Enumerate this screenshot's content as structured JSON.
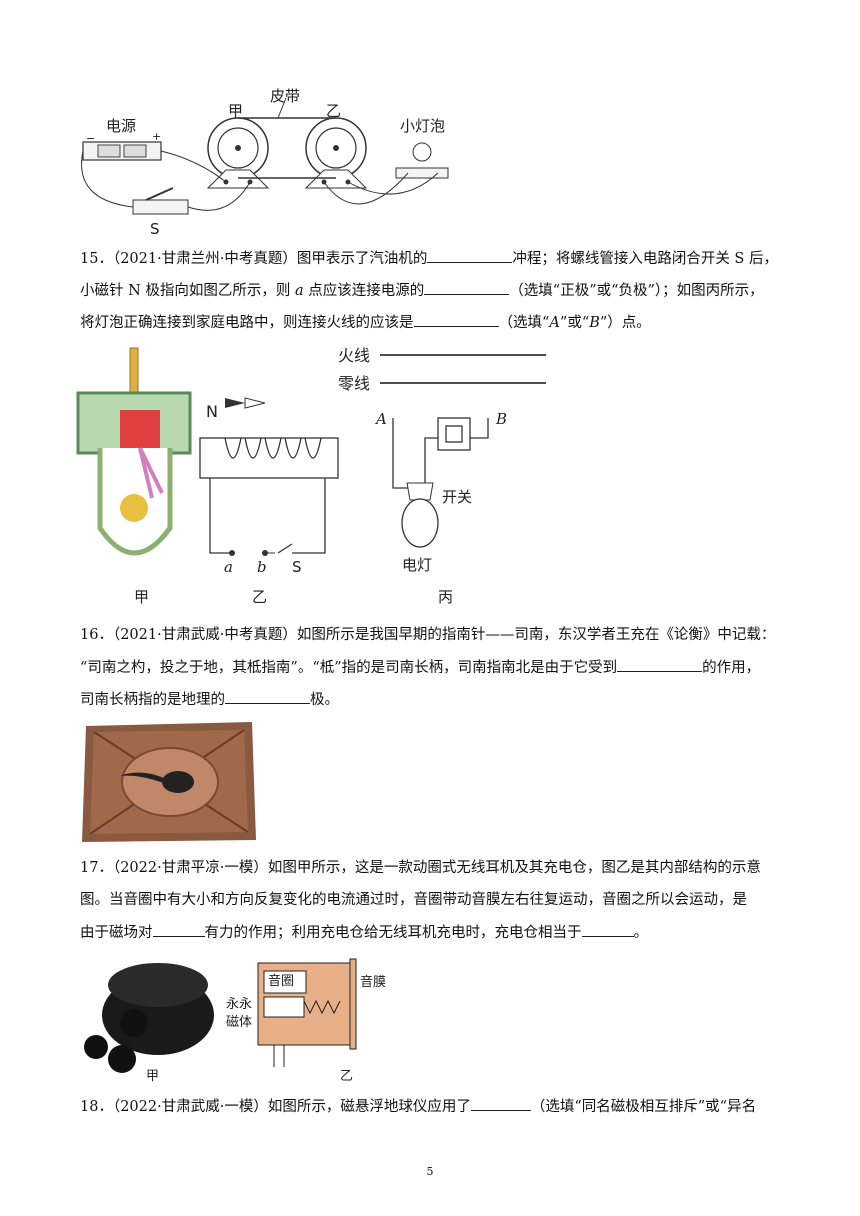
{
  "fig14": {
    "power_label": "电源",
    "jia_label": "甲",
    "belt_label": "皮带",
    "yi_label": "乙",
    "bulb_label": "小灯泡",
    "switch_label": "S",
    "minus": "−",
    "plus": "+"
  },
  "q15": {
    "line1_a": "15．（2021·甘肃兰州·中考真题）图甲表示了汽油机的",
    "line1_b": "冲程；将螺线管接入电路闭合开关 S 后，",
    "line2_a": "小磁针 N 极指向如图乙所示，则 ",
    "line2_var": "a",
    "line2_b": " 点应该连接电源的",
    "line2_c": "（选填“正极”或“负极”）；如图丙所示，",
    "line3_a": "将灯泡正确连接到家庭电路中，则连接火线的应该是",
    "line3_b": "（选填“",
    "line3_A": "A",
    "line3_c": "”或“",
    "line3_B": "B",
    "line3_d": "”）点。"
  },
  "fig15": {
    "huoxian": "火线",
    "lingxian": "零线",
    "N": "N",
    "a": "a",
    "b": "b",
    "S": "S",
    "A": "A",
    "B": "B",
    "kaiguan": "开关",
    "diandeng": "电灯",
    "jia": "甲",
    "yi": "乙",
    "bing": "丙"
  },
  "q16": {
    "line1": "16．（2021·甘肃武威·中考真题）如图所示是我国早期的指南针——司南，东汉学者王充在《论衡》中记载：",
    "line2_a": "“司南之杓，投之于地，其柢指南”。“柢”指的是司南长柄，司南指南北是由于它受到",
    "line2_b": "的作用，",
    "line3_a": "司南长柄指的是地理的",
    "line3_b": "极。"
  },
  "q17": {
    "line1": "17．（2022·甘肃平凉·一模）如图甲所示，这是一款动圈式无线耳机及其充电仓，图乙是其内部结构的示意",
    "line2": "图。当音圈中有大小和方向反复变化的电流通过时，音圈带动音膜左右往复运动，音圈之所以会运动，是",
    "line3_a": "由于磁场对",
    "line3_b": "有力的作用；利用充电仓给无线耳机充电时，充电仓相当于",
    "line3_c": "。"
  },
  "fig17": {
    "yinquan": "音圈",
    "yinmo": "音膜",
    "yongjiu": "永永",
    "citi": "磁体",
    "jia": "甲",
    "yi": "乙"
  },
  "q18": {
    "line1_a": "18．（2022·甘肃武威·一模）如图所示，磁悬浮地球仪应用了",
    "line1_b": "（选填“同名磁极相互排斥”或“异名"
  },
  "page_number": "5"
}
